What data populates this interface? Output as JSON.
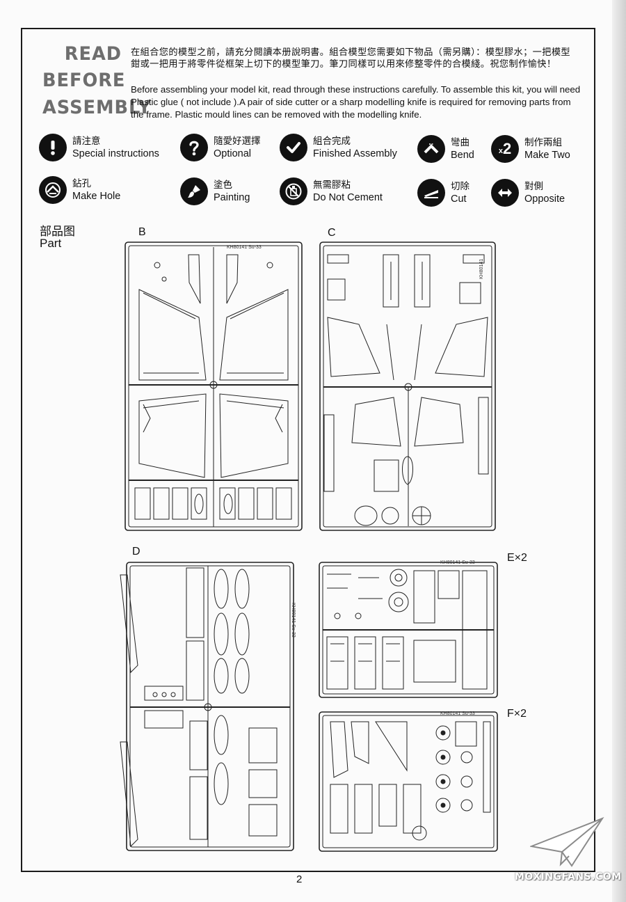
{
  "header": {
    "title_lines": [
      "READ",
      "BEFORE",
      "ASSEMBLY"
    ],
    "cn_intro": "在組合您的模型之前，請充分閱讀本册說明書。組合模型您需要如下物品（需另購）：模型膠水；一把模型鉗或一把用于將零件從框架上切下的模型筆刀。筆刀同樣可以用來修整零件的合模綫。祝您制作愉快！",
    "en_intro": "Before assembling your model kit, read through these instructions carefully. To assemble this kit, you will need Plastic glue ( not include ).A pair of side cutter or a sharp modelling knife is required for removing parts from the frame. Plastic mould lines can be removed with the modelling knife."
  },
  "icons": [
    {
      "name": "exclamation-icon",
      "cn": "請注意",
      "en": "Special instructions"
    },
    {
      "name": "question-icon",
      "cn": "隨愛好選擇",
      "en": "Optional"
    },
    {
      "name": "check-icon",
      "cn": "組合完成",
      "en": "Finished Assembly"
    },
    {
      "name": "bend-icon",
      "cn": "彎曲",
      "en": "Bend"
    },
    {
      "name": "x2-icon",
      "cn": "制作兩組",
      "en": "Make Two",
      "symbol": "x2"
    },
    {
      "name": "drill-icon",
      "cn": "鉆孔",
      "en": "Make Hole"
    },
    {
      "name": "brush-icon",
      "cn": "塗色",
      "en": "Painting"
    },
    {
      "name": "no-glue-icon",
      "cn": "無需膠粘",
      "en": "Do Not Cement"
    },
    {
      "name": "cut-icon",
      "cn": "切除",
      "en": "Cut"
    },
    {
      "name": "opposite-arrows-icon",
      "cn": "對側",
      "en": "Opposite"
    }
  ],
  "parts": {
    "cn": "部品图",
    "en": "Part",
    "sprues": {
      "B": {
        "label": "B",
        "code": "KH80141 Su-33"
      },
      "C": {
        "label": "C",
        "code": "KH80141"
      },
      "D": {
        "label": "D",
        "code": "KH80141 Su-33"
      },
      "E": {
        "label": "E×2",
        "code": "KH80141 Su-33"
      },
      "F": {
        "label": "F×2",
        "code": "KH80141 Su-33"
      }
    }
  },
  "page_number": "2",
  "watermark": "MOXINGFANS.COM",
  "colors": {
    "ink": "#111111",
    "header_gray": "#6e6e6e",
    "paper": "#fbfbfb"
  }
}
